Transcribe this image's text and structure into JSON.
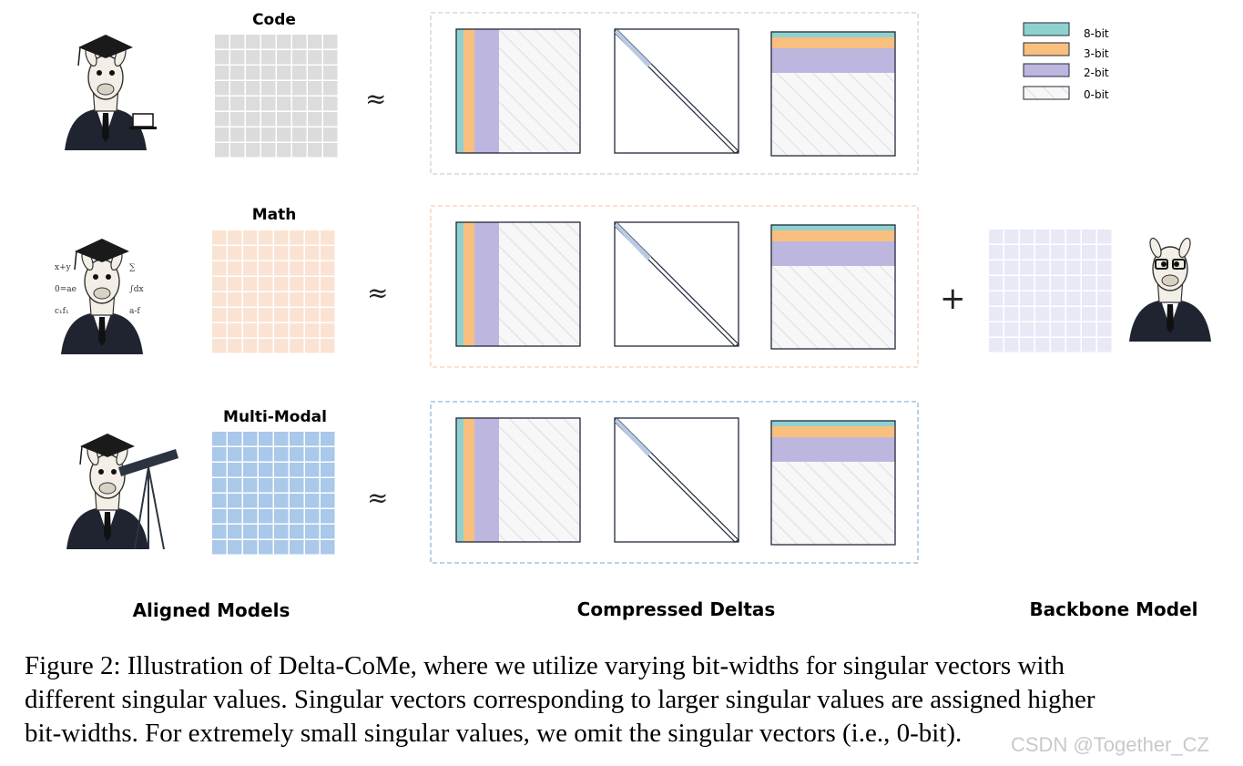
{
  "rows": [
    {
      "title": "Code",
      "grid_color": "#dcdcdc",
      "box_color": "#c8d2e0",
      "mascot": "llama-graduate-laptop-icon"
    },
    {
      "title": "Math",
      "grid_color": "#fbe3d3",
      "box_color": "#f6cfb7",
      "mascot": "llama-graduate-formulas-icon"
    },
    {
      "title": "Multi-Modal",
      "grid_color": "#a9c8ea",
      "box_color": "#8fb7dc",
      "mascot": "llama-telescope-icon"
    }
  ],
  "approx_symbol": "≈",
  "plus_symbol": "+",
  "legend": [
    {
      "label": "8-bit",
      "color": "#8fd1cf"
    },
    {
      "label": "3-bit",
      "color": "#f9bf7f"
    },
    {
      "label": "2-bit",
      "color": "#bdb6df"
    },
    {
      "label": "0-bit",
      "color": "hatched"
    }
  ],
  "backbone_grid_color": "#e8e9f5",
  "section_titles": {
    "aligned": "Aligned Models",
    "compressed": "Compressed Deltas",
    "backbone": "Backbone Model"
  },
  "caption": {
    "line1": "Figure 2: Illustration of Delta-CoMe, where we utilize varying bit-widths for singular vectors with",
    "line2": "different singular values. Singular vectors corresponding to larger singular values are assigned higher",
    "line3": "bit-widths. For extremely small singular values, we omit the singular vectors (i.e., 0-bit)."
  },
  "watermark": "CSDN @Together_CZ"
}
